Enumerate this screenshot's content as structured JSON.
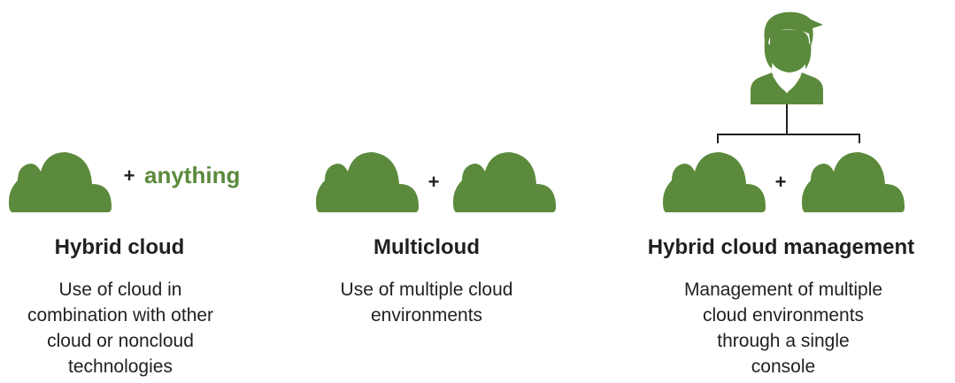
{
  "colors": {
    "accent": "#5b8a3c",
    "text": "#231f20"
  },
  "columns": [
    {
      "plus": "+",
      "extra": "anything",
      "title": "Hybrid cloud",
      "description_lines": [
        "Use of cloud in",
        "combination with other",
        "cloud or noncloud",
        "technologies"
      ]
    },
    {
      "plus": "+",
      "title": "Multicloud",
      "description_lines": [
        "Use of multiple cloud",
        "environments"
      ]
    },
    {
      "plus": "+",
      "icon": "person-icon",
      "title": "Hybrid cloud management",
      "description_lines": [
        "Management of multiple",
        "cloud environments",
        "through a single",
        "console"
      ]
    }
  ]
}
